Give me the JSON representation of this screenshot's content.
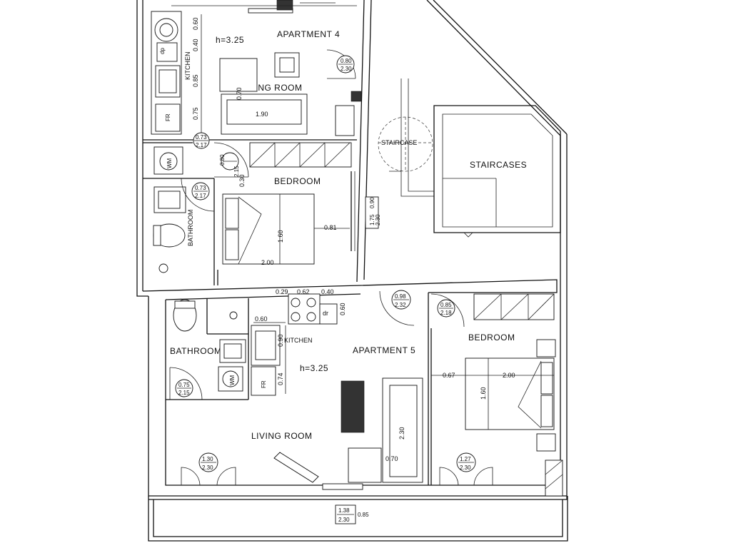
{
  "apartment4": {
    "title": "APARTMENT 4",
    "height": "h=3.25",
    "kitchen": "KITCHEN",
    "living_room": "LIVING ROOM",
    "bedroom": "BEDROOM",
    "bathroom": "BATHROOM",
    "dim_060": "0.60",
    "dim_040": "0.40",
    "dim_085": "0.85",
    "dim_075": "0.75",
    "dim_070": "0.70",
    "dim_190": "1.90",
    "dim_160": "1.60",
    "dim_200": "2.00",
    "dim_081": "0.81",
    "dim_030": "0.30",
    "appliance_dp": "dp",
    "appliance_fr": "FR",
    "appliance_wm": "WM",
    "door_a_top": "0.80",
    "door_a_bottom": "2.30",
    "door_b_top": "0.73",
    "door_b_bottom": "2.17",
    "door_c_top": "0.80",
    "door_c_bottom": "2.15",
    "door_d_top": "0.73",
    "door_d_bottom": "2.17",
    "door_e_top": "0.90",
    "door_e_left": "1.75",
    "door_e_bottom": "2.30"
  },
  "staircase": {
    "label": "STAIRCASE",
    "label_plural": "STAIRCASES"
  },
  "apartment5": {
    "title": "APARTMENT 5",
    "height": "h=3.25",
    "kitchen": "KITCHEN",
    "living_room": "LIVING ROOM",
    "bedroom": "BEDROOM",
    "bathroom": "BATHROOM",
    "dim_029": "0.29",
    "dim_062": "0.62",
    "dim_040": "0.40",
    "dim_060": "0.60",
    "dim_060b": "0.60",
    "dim_090": "0.90",
    "dim_074": "0.74",
    "dim_067": "0.67",
    "dim_200": "2.00",
    "dim_160": "1.60",
    "dim_230": "2.30",
    "dim_070": "0.70",
    "appliance_dr": "dr",
    "appliance_fr": "FR",
    "appliance_wm": "WM",
    "door_f_top": "0.98",
    "door_f_bottom": "2.32",
    "door_g_top": "0.85",
    "door_g_bottom": "2.18",
    "door_h_top": "0.75",
    "door_h_bottom": "2.15",
    "door_i_top": "1.30",
    "door_i_bottom": "2.30",
    "door_j_top": "1.27",
    "door_j_bottom": "2.30",
    "door_k_top": "1.38",
    "door_k_bottom": "2.30",
    "door_k_right": "0.85"
  },
  "colors": {
    "line": "#111111",
    "background": "#ffffff"
  }
}
